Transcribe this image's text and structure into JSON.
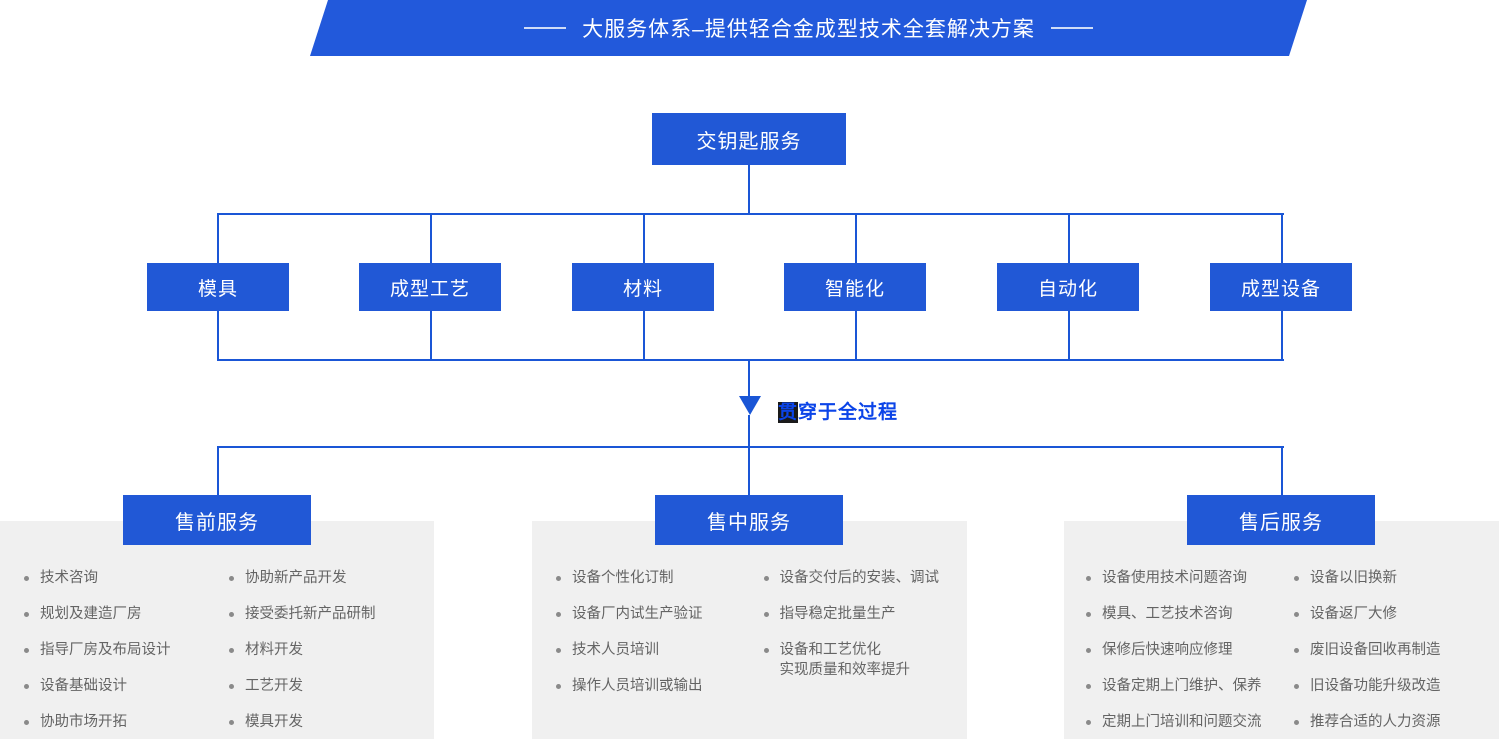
{
  "banner": {
    "title": "大服务体系–提供轻合金成型技术全套解决方案",
    "left_rule": "rule-left",
    "right_rule": "rule-right",
    "color": "#2259DB"
  },
  "root_node": {
    "label": "交钥匙服务"
  },
  "categories": [
    {
      "label": "模具"
    },
    {
      "label": "成型工艺"
    },
    {
      "label": "材料"
    },
    {
      "label": "智能化"
    },
    {
      "label": "自动化"
    },
    {
      "label": "成型设备"
    }
  ],
  "arrow": {
    "label_selected": "贯",
    "label_rest": "穿于全过程",
    "label_full": "贯穿于全过程",
    "color": "#0B44E8"
  },
  "services": [
    {
      "label": "售前服务",
      "col1": [
        "技术咨询",
        "规划及建造厂房",
        "指导厂房及布局设计",
        "设备基础设计",
        "协助市场开拓"
      ],
      "col2": [
        "协助新产品开发",
        "接受委托新产品研制",
        "材料开发",
        "工艺开发",
        "模具开发"
      ]
    },
    {
      "label": "售中服务",
      "col1": [
        "设备个性化订制",
        "设备厂内试生产验证",
        "技术人员培训",
        "操作人员培训或输出"
      ],
      "col2": [
        "设备交付后的安装、调试",
        "指导稳定批量生产",
        "设备和工艺优化\n实现质量和效率提升"
      ]
    },
    {
      "label": "售后服务",
      "col1": [
        "设备使用技术问题咨询",
        "模具、工艺技术咨询",
        "保修后快速响应修理",
        "设备定期上门维护、保养",
        "定期上门培训和问题交流"
      ],
      "col2": [
        "设备以旧换新",
        "设备返厂大修",
        "废旧设备回收再制造",
        "旧设备功能升级改造",
        "推荐合适的人力资源"
      ]
    }
  ],
  "colors": {
    "brand_blue": "#2158D6",
    "line_blue": "#1A56D6",
    "panel_gray": "#f0f0f0",
    "text_gray": "#646464"
  }
}
